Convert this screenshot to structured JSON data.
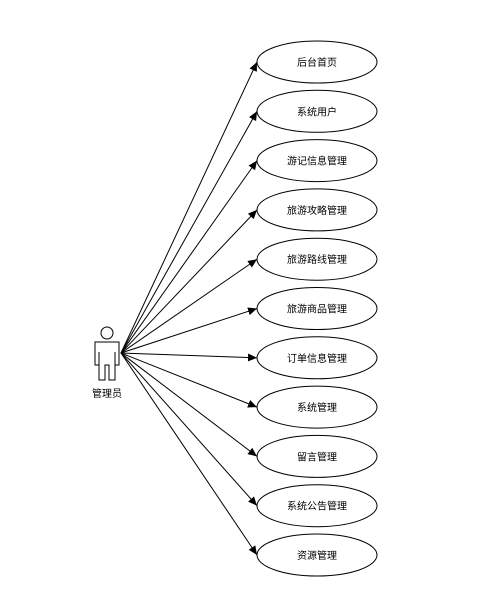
{
  "diagram_type": "use-case",
  "actor": {
    "label": "管理员"
  },
  "use_cases": [
    {
      "label": "后台首页"
    },
    {
      "label": "系统用户"
    },
    {
      "label": "游记信息管理"
    },
    {
      "label": "旅游攻略管理"
    },
    {
      "label": "旅游路线管理"
    },
    {
      "label": "旅游商品管理"
    },
    {
      "label": "订单信息管理"
    },
    {
      "label": "系统管理"
    },
    {
      "label": "留言管理"
    },
    {
      "label": "系统公告管理"
    },
    {
      "label": "资源管理"
    }
  ],
  "colors": {
    "stroke": "#000000",
    "fill": "#ffffff",
    "text": "#000000"
  }
}
